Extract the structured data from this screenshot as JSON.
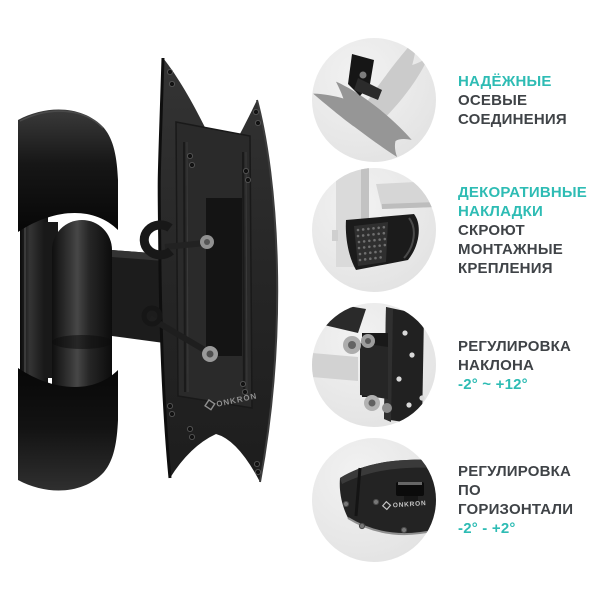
{
  "background_color": "#FFFFFF",
  "accent_color": "#2EBCB4",
  "text_color": "#3F4347",
  "product": {
    "name": "ONKRON full-motion TV wall mount bracket",
    "logo": "ONKRON",
    "color_black": "#1F1F1F",
    "callout_circle_color": "#E8E8E8"
  },
  "features": [
    {
      "icon": "swivel-joint-closeup",
      "lines": [
        {
          "text": "НАДЁЖНЫЕ",
          "accent": true
        },
        {
          "text": "ОСЕВЫЕ",
          "accent": false
        },
        {
          "text": "СОЕДИНЕНИЯ",
          "accent": false
        }
      ]
    },
    {
      "icon": "decorative-cover-closeup",
      "lines": [
        {
          "text": "ДЕКОРАТИВНЫЕ",
          "accent": true
        },
        {
          "text": "НАКЛАДКИ",
          "accent": true
        },
        {
          "text": "СКРОЮТ",
          "accent": false
        },
        {
          "text": "МОНТАЖНЫЕ",
          "accent": false
        },
        {
          "text": "КРЕПЛЕНИЯ",
          "accent": false
        }
      ]
    },
    {
      "icon": "tilt-hinge-closeup",
      "lines": [
        {
          "text": "РЕГУЛИРОВКА",
          "accent": false
        },
        {
          "text": "НАКЛОНА",
          "accent": false
        },
        {
          "text": "-2° ~ +12°",
          "accent": true
        }
      ]
    },
    {
      "icon": "horizontal-adjust-closeup",
      "lines": [
        {
          "text": "РЕГУЛИРОВКА",
          "accent": false
        },
        {
          "text": "ПО",
          "accent": false
        },
        {
          "text": "ГОРИЗОНТАЛИ",
          "accent": false
        },
        {
          "text": "-2° - +2°",
          "accent": true
        }
      ]
    }
  ]
}
